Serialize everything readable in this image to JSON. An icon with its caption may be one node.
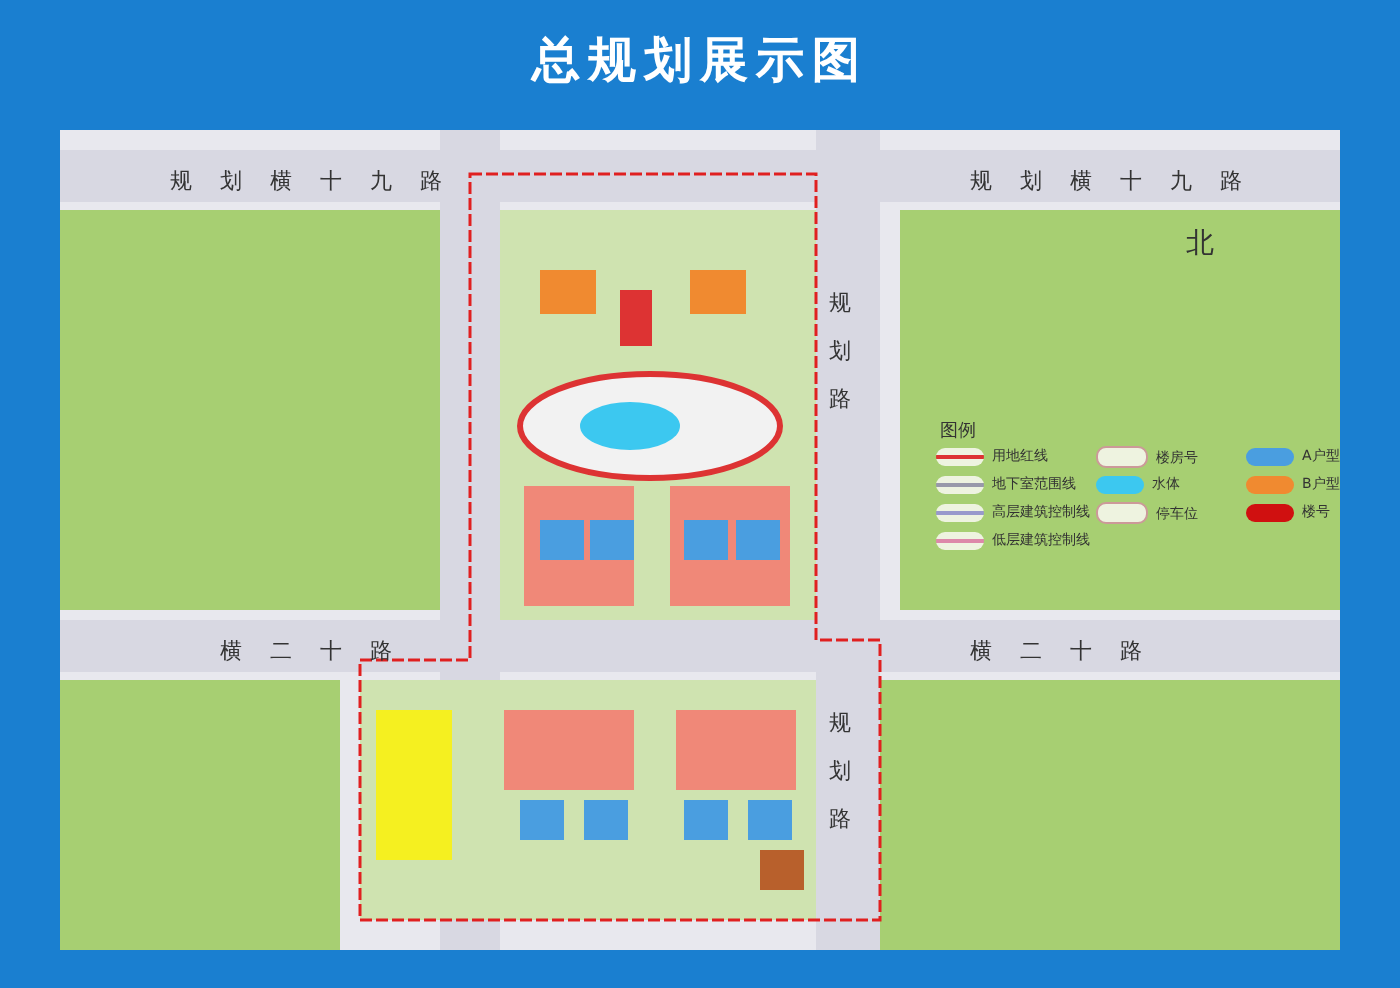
{
  "diagram": {
    "title": "总规划展示图",
    "labels": [
      "规划横十九路",
      "规划横十九路",
      "北",
      "规划路",
      "图例",
      "横二十路",
      "横二十路",
      "规划路"
    ],
    "legend": [
      {
        "text": "用地红线"
      },
      {
        "text": "地下室范围线"
      },
      {
        "text": "高层建筑控制线"
      },
      {
        "text": "低层建筑控制线"
      },
      {
        "text": "楼房号"
      },
      {
        "text": "水体",
        "color": "#3cc8f0"
      },
      {
        "text": "停车位"
      },
      {
        "text": "A户型",
        "color": "#4a9ee0"
      },
      {
        "text": "B户型",
        "color": "#f08a30"
      },
      {
        "text": "楼号",
        "color": "#d01010"
      }
    ]
  }
}
